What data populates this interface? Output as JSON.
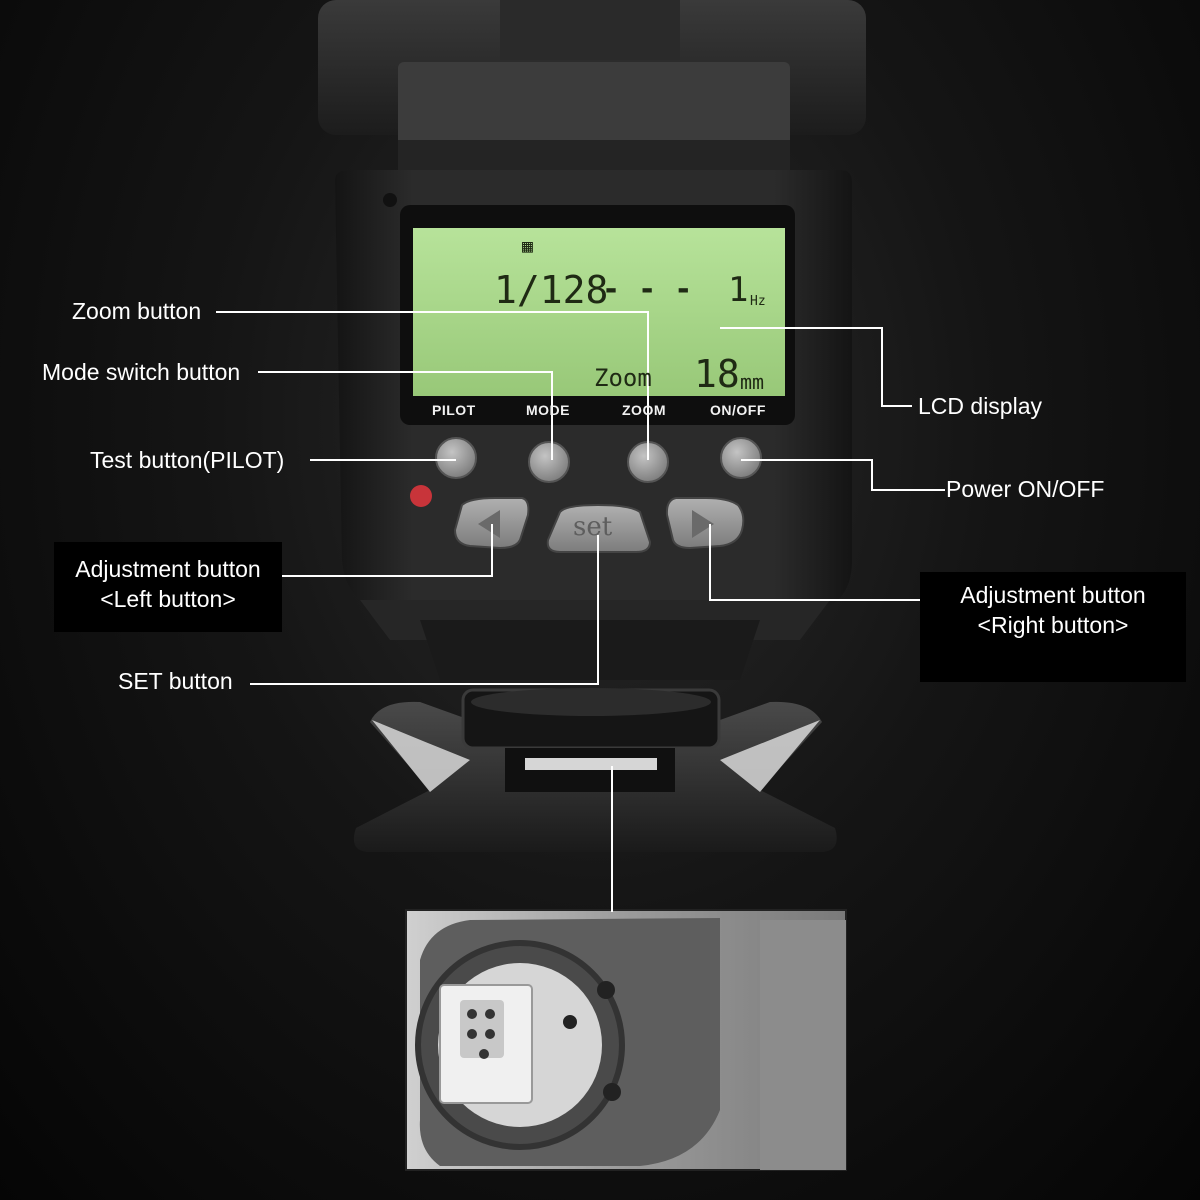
{
  "lcd": {
    "power_ratio": "1/128",
    "dashes": "- - -",
    "frequency": "1",
    "frequency_unit": "Hz",
    "zoom_label": "Zoom",
    "zoom_value": "18",
    "zoom_unit": "mm"
  },
  "panel_labels": {
    "pilot": "PILOT",
    "mode": "MODE",
    "zoom": "ZOOM",
    "onoff": "ON/OFF"
  },
  "set_label": "set",
  "callouts": {
    "zoom_button": "Zoom button",
    "mode_switch_button": "Mode switch button",
    "test_button": "Test button(PILOT)",
    "adjustment_left_line1": "Adjustment button",
    "adjustment_left_line2": "<Left button>",
    "set_button": "SET button",
    "lcd_display": "LCD display",
    "power_onoff": "Power ON/OFF",
    "adjustment_right_line1": "Adjustment button",
    "adjustment_right_line2": "<Right button>"
  },
  "colors": {
    "lcd_green": "#a9d98b",
    "body_dark": "#1e1e1e",
    "button_grey": "#9a9a9a",
    "led_red": "#c8343a"
  }
}
